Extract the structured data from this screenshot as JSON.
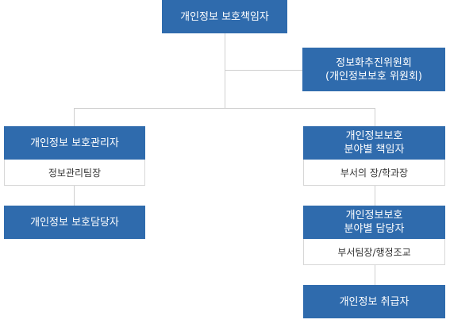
{
  "chart": {
    "nodes": {
      "chief": "개인정보 보호책임자",
      "committee": "정보화추진위원회\n(개인정보보호 위원회)",
      "manager": "개인정보 보호관리자",
      "manager_sub": "정보관리팀장",
      "manager_staff": "개인정보 보호담당자",
      "dept_chief": "개인정보보호\n분야별 책임자",
      "dept_chief_sub": "부서의 장/학과장",
      "dept_staff": "개인정보보호\n분야별 담당자",
      "dept_staff_sub": "부서팀장/행정조교",
      "handler": "개인정보 취급자"
    },
    "colors": {
      "box_fill": "#2f6bad",
      "box_text": "#ffffff",
      "connector": "#cfcfcf",
      "sub_border": "#d7d7d7"
    }
  }
}
